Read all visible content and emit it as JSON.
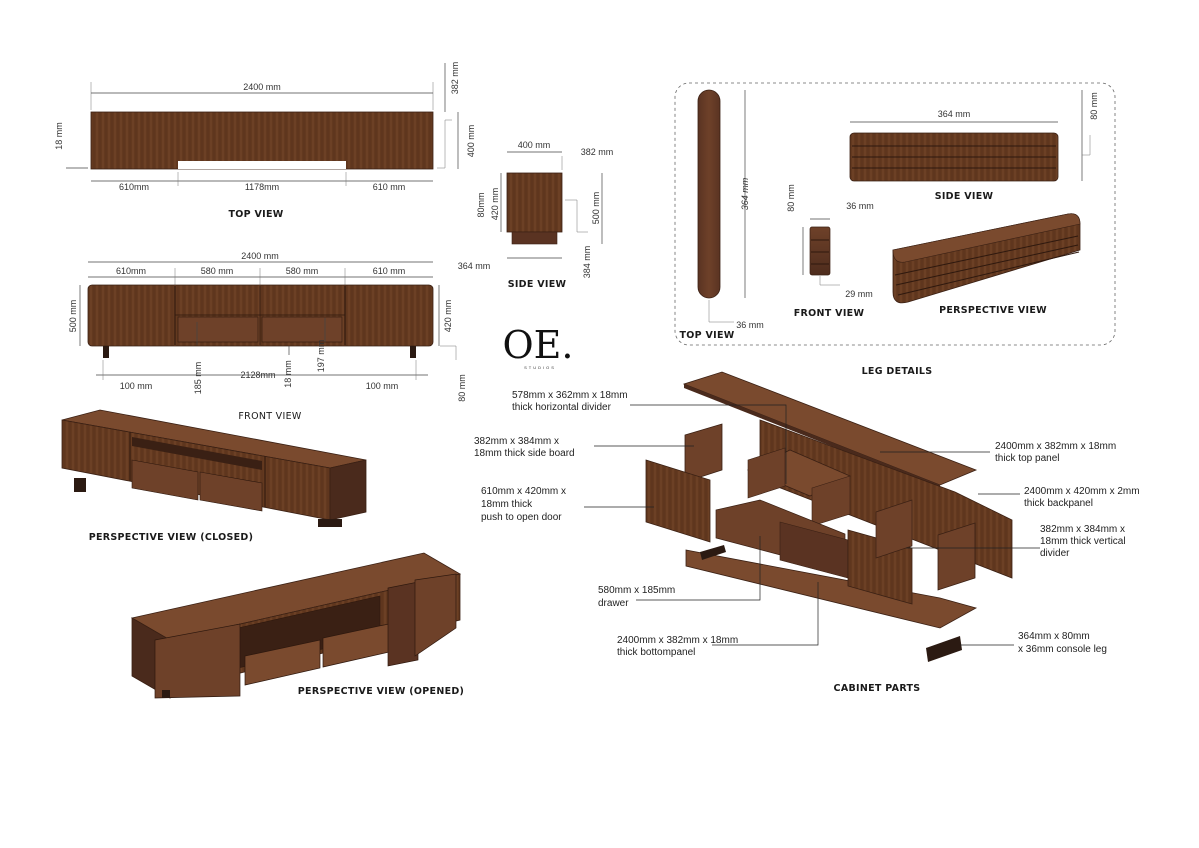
{
  "colors": {
    "wood_dark": "#4a2a1c",
    "wood_mid": "#6b3e28",
    "wood_light": "#8a5a3c",
    "leg": "#2b1a12",
    "line": "#444444"
  },
  "logo": {
    "text": "OE.",
    "subtitle": "STUDIOS"
  },
  "top_view": {
    "title": "TOP VIEW",
    "dim_total": "2400 mm",
    "dim_depth": "382 mm",
    "dim_left_thk": "18 mm",
    "dim_side": "400 mm",
    "dim_left": "610mm",
    "dim_middle": "1178mm",
    "dim_right": "610 mm"
  },
  "front_view": {
    "title": "FRONT VIEW",
    "dim_total": "2400 mm",
    "dim_seg1": "610mm",
    "dim_seg2": "580 mm",
    "dim_seg3": "580 mm",
    "dim_seg4": "610 mm",
    "dim_height": "500 mm",
    "dim_body": "420 mm",
    "dim_leg_h": "80 mm",
    "dim_left_leg": "100 mm",
    "dim_leg_span": "2128mm",
    "dim_right_leg": "100 mm",
    "dim_drawer": "185 mm",
    "dim_thk": "18 mm",
    "dim_shelf": "197 mm"
  },
  "side_view": {
    "title": "SIDE VIEW",
    "dim_width": "400 mm",
    "dim_depth": "382 mm",
    "dim_leg": "80mm",
    "dim_body": "420 mm",
    "dim_total": "500 mm",
    "dim_base": "364 mm",
    "dim_inner": "384 mm"
  },
  "leg_details": {
    "title": "LEG DETAILS",
    "top_view_title": "TOP VIEW",
    "side_view_title": "SIDE VIEW",
    "front_view_title": "FRONT VIEW",
    "perspective_title": "PERSPECTIVE VIEW",
    "dim_top_length": "364 mm",
    "dim_top_width": "36 mm",
    "dim_side_length": "364 mm",
    "dim_side_height": "80 mm",
    "dim_front_width": "36 mm",
    "dim_front_height": "80 mm",
    "dim_front_bottom": "29 mm"
  },
  "perspective": {
    "closed_title": "PERSPECTIVE VIEW (CLOSED)",
    "opened_title": "PERSPECTIVE VIEW (OPENED)"
  },
  "cabinet_parts": {
    "title": "CABINET PARTS",
    "parts": [
      {
        "line1": "578mm x 362mm x 18mm",
        "line2": "thick horizontal divider",
        "line3": ""
      },
      {
        "line1": "382mm x 384mm x",
        "line2": "18mm thick side board",
        "line3": ""
      },
      {
        "line1": "610mm x 420mm x",
        "line2": "18mm thick",
        "line3": "push to open door"
      },
      {
        "line1": "580mm x 185mm",
        "line2": "drawer",
        "line3": ""
      },
      {
        "line1": "2400mm x 382mm x 18mm",
        "line2": "thick bottompanel",
        "line3": ""
      },
      {
        "line1": "2400mm x 382mm x 18mm",
        "line2": "thick top panel",
        "line3": ""
      },
      {
        "line1": "2400mm x 420mm x 2mm",
        "line2": "thick backpanel",
        "line3": ""
      },
      {
        "line1": "382mm x 384mm x",
        "line2": "18mm thick vertical",
        "line3": "divider"
      },
      {
        "line1": "364mm x 80mm",
        "line2": "x 36mm console leg",
        "line3": ""
      }
    ]
  }
}
